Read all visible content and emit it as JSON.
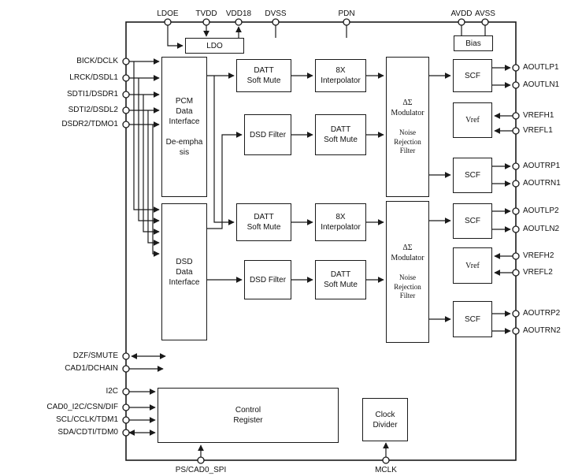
{
  "blocks": {
    "ldo": {
      "label": "LDO"
    },
    "bias": {
      "label": "Bias"
    },
    "pcm_if": {
      "label": "PCM\nData\nInterface",
      "sublabel": "De-empha\nsis"
    },
    "dsd_if": {
      "label": "DSD\nData\nInterface"
    },
    "datt1": {
      "label": "DATT\nSoft Mute"
    },
    "datt2": {
      "label": "DATT\nSoft Mute"
    },
    "datt3": {
      "label": "DATT\nSoft Mute"
    },
    "datt4": {
      "label": "DATT\nSoft Mute"
    },
    "interp1": {
      "label": "8X\nInterpolator"
    },
    "interp2": {
      "label": "8X\nInterpolator"
    },
    "dsd_filter1": {
      "label": "DSD Filter"
    },
    "dsd_filter2": {
      "label": "DSD Filter"
    },
    "dsm1": {
      "label": "ΔΣ\nModulator",
      "sublabel": "Noise\nRejection\nFilter"
    },
    "dsm2": {
      "label": "ΔΣ\nModulator",
      "sublabel": "Noise\nRejection\nFilter"
    },
    "scf1": {
      "label": "SCF"
    },
    "scf2": {
      "label": "SCF"
    },
    "scf3": {
      "label": "SCF"
    },
    "scf4": {
      "label": "SCF"
    },
    "vref1": {
      "label": "Vref"
    },
    "vref2": {
      "label": "Vref"
    },
    "control_register": {
      "label": "Control\nRegister"
    },
    "clock_divider": {
      "label": "Clock\nDivider"
    }
  },
  "pins": {
    "top": [
      "LDOE",
      "TVDD",
      "VDD18",
      "DVSS",
      "PDN",
      "AVDD",
      "AVSS"
    ],
    "left": [
      "BICK/DCLK",
      "LRCK/DSDL1",
      "SDTI1/DSDR1",
      "SDTI2/DSDL2",
      "DSDR2/TDMO1",
      "DZF/SMUTE",
      "CAD1/DCHAIN",
      "I2C",
      "CAD0_I2C/CSN/DIF",
      "SCL/CCLK/TDM1",
      "SDA/CDTI/TDM0"
    ],
    "right": [
      "AOUTLP1",
      "AOUTLN1",
      "VREFH1",
      "VREFL1",
      "AOUTRP1",
      "AOUTRN1",
      "AOUTLP2",
      "AOUTLN2",
      "VREFH2",
      "VREFL2",
      "AOUTRP2",
      "AOUTRN2"
    ],
    "bottom": [
      "PS/CAD0_SPI",
      "MCLK"
    ]
  },
  "colors": {
    "line": "#1a1a1a",
    "background": "#ffffff"
  }
}
